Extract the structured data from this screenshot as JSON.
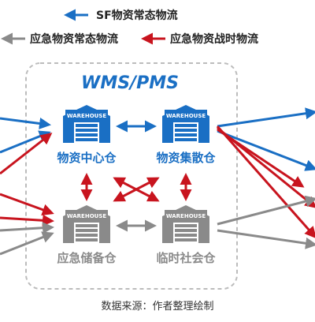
{
  "colors": {
    "routine": "#1a6fc4",
    "emergency_routine": "#8a8a8a",
    "emergency_wartime": "#c8141e",
    "box_border": "#bcbcbc"
  },
  "legend": {
    "sf_routine": "SF物资常态物流",
    "emergency_routine": "应急物资常态物流",
    "emergency_wartime": "应急物资战时物流"
  },
  "system_title": "WMS/PMS",
  "nodes": {
    "central": {
      "label": "物资中心仓",
      "badge": "WAREHOUSE",
      "icon": "warehouse-icon",
      "color": "blue"
    },
    "distribution": {
      "label": "物资集散仓",
      "badge": "WAREHOUSE",
      "icon": "warehouse-icon",
      "color": "blue"
    },
    "reserve": {
      "label": "应急储备仓",
      "badge": "WAREHOUSE",
      "icon": "warehouse-icon",
      "color": "gray"
    },
    "temporary": {
      "label": "临时社会仓",
      "badge": "WAREHOUSE",
      "icon": "warehouse-icon",
      "color": "gray"
    }
  },
  "source": "数据来源：作者整理绘制"
}
